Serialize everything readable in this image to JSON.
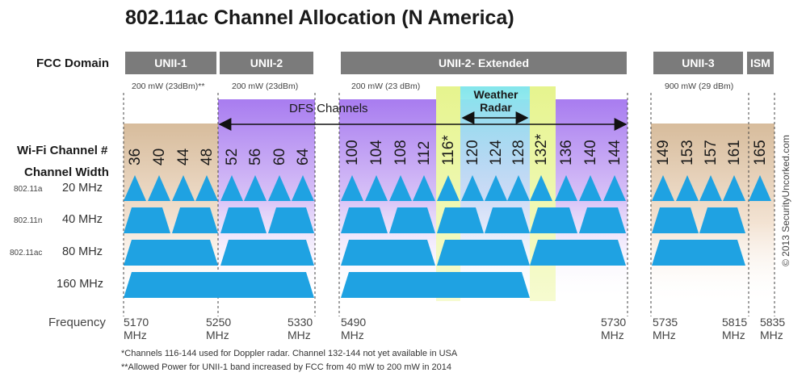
{
  "title": "802.11ac Channel Allocation (N America)",
  "row_labels": {
    "fcc_domain": "FCC Domain",
    "wifi_channel": "Wi-Fi Channel #",
    "channel_width": "Channel Width",
    "frequency": "Frequency"
  },
  "domains": [
    {
      "label": "UNII-1",
      "power": "200 mW (23dBm)**"
    },
    {
      "label": "UNII-2",
      "power": "200 mW (23dBm)"
    },
    {
      "label": "UNII-2- Extended",
      "power": "200 mW (23 dBm)"
    },
    {
      "label": "UNII-3",
      "power": "900 mW (29 dBm)"
    },
    {
      "label": "ISM",
      "power": ""
    }
  ],
  "dfs_label": "DFS Channels",
  "weather_radar_label": "Weather Radar",
  "channels": [
    "36",
    "40",
    "44",
    "48",
    "52",
    "56",
    "60",
    "64",
    "100",
    "104",
    "108",
    "112",
    "116*",
    "120",
    "124",
    "128",
    "132*",
    "136",
    "140",
    "144",
    "149",
    "153",
    "157",
    "161",
    "165"
  ],
  "widths": [
    {
      "standard": "802.11a",
      "width": "20 MHz"
    },
    {
      "standard": "802.11n",
      "width": "40 MHz"
    },
    {
      "standard": "802.11ac",
      "width": "80 MHz"
    },
    {
      "standard": "",
      "width": "160 MHz"
    }
  ],
  "frequencies": [
    {
      "value": "5170",
      "unit": "MHz"
    },
    {
      "value": "5250",
      "unit": "MHz"
    },
    {
      "value": "5330",
      "unit": "MHz"
    },
    {
      "value": "5490",
      "unit": "MHz"
    },
    {
      "value": "5730",
      "unit": "MHz"
    },
    {
      "value": "5735",
      "unit": "MHz"
    },
    {
      "value": "5815",
      "unit": "MHz"
    },
    {
      "value": "5835",
      "unit": "MHz"
    }
  ],
  "footnotes": [
    "*Channels 116-144 used for Doppler radar. Channel 132-144 not yet available in USA",
    "**Allowed Power for UNII-1 band increased by FCC from 40 mW to 200 mW in 2014"
  ],
  "copyright": "© 2013 SecurityUncorked.com",
  "colors": {
    "shape_blue": "#1fa2e2",
    "domain_gray": "#7b7b7b",
    "dfs_purple": "#b388f0",
    "weather_cyan": "#8be8ec",
    "doppler_yellow": "#eaf59a",
    "band_tan": "#dcc3a4"
  }
}
